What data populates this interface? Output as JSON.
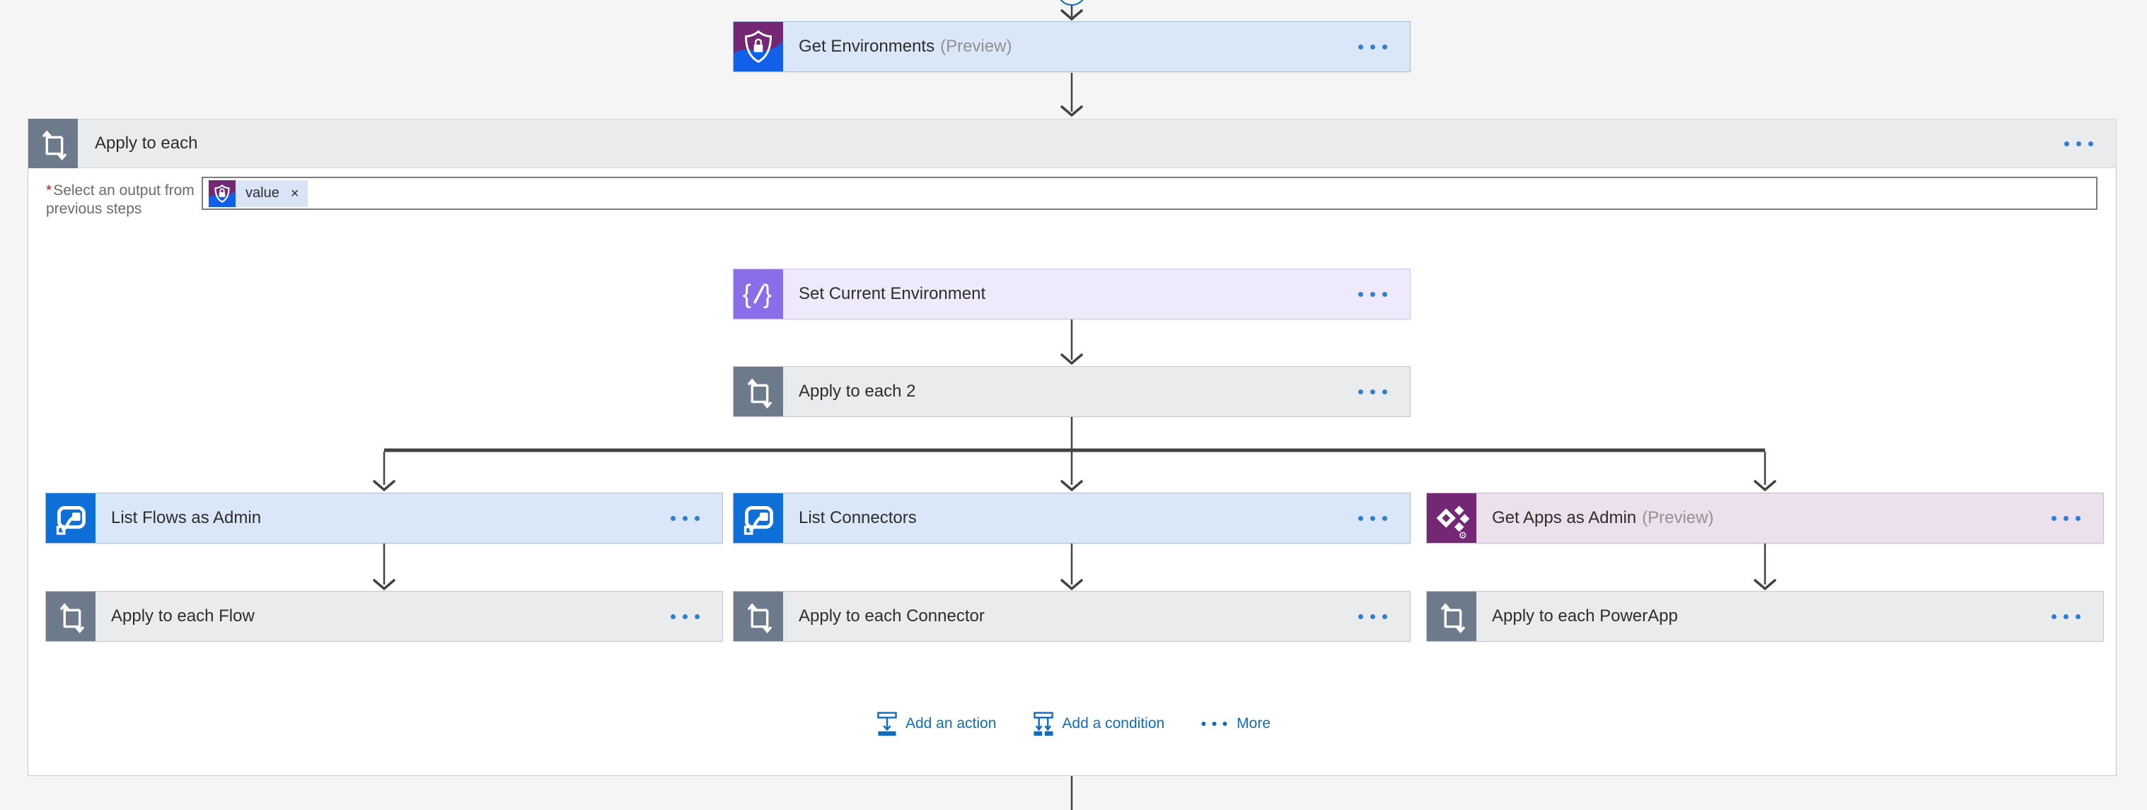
{
  "flow": {
    "get_environments": {
      "title": "Get Environments",
      "badge": "(Preview)"
    },
    "apply_to_each": {
      "title": "Apply to each",
      "param": {
        "required_marker": "*",
        "label": "Select an output from previous steps"
      },
      "token": {
        "label": "value",
        "remove_icon": "×"
      },
      "set_current_environment": {
        "title": "Set Current Environment"
      },
      "apply_to_each_2": {
        "title": "Apply to each 2"
      },
      "list_flows_as_admin": {
        "title": "List Flows as Admin"
      },
      "list_connectors": {
        "title": "List Connectors"
      },
      "get_apps_as_admin": {
        "title": "Get Apps as Admin",
        "badge": "(Preview)"
      },
      "apply_to_each_flow": {
        "title": "Apply to each Flow"
      },
      "apply_to_each_connector": {
        "title": "Apply to each Connector"
      },
      "apply_to_each_powerapp": {
        "title": "Apply to each PowerApp"
      },
      "footer": {
        "add_action": "Add an action",
        "add_condition": "Add a condition",
        "more": "More"
      }
    },
    "colors": {
      "power_automate_blue": "#0e6fd9",
      "power_platform_purple": "#742774",
      "power_platform_blue": "#1260ea",
      "variable_purple": "#8a6de9",
      "loop_slate": "#6c7a8c",
      "card_blue_bg": "#d9e7f8",
      "card_gray_bg": "#e9ebed",
      "card_lavender_bg": "#efe9fc",
      "card_pink_bg": "#ebe0eb",
      "link_blue": "#0f6cbd",
      "ellipsis_blue": "#2f7ed2",
      "connector_gray": "#45423e",
      "required_red": "#a4262c"
    }
  }
}
